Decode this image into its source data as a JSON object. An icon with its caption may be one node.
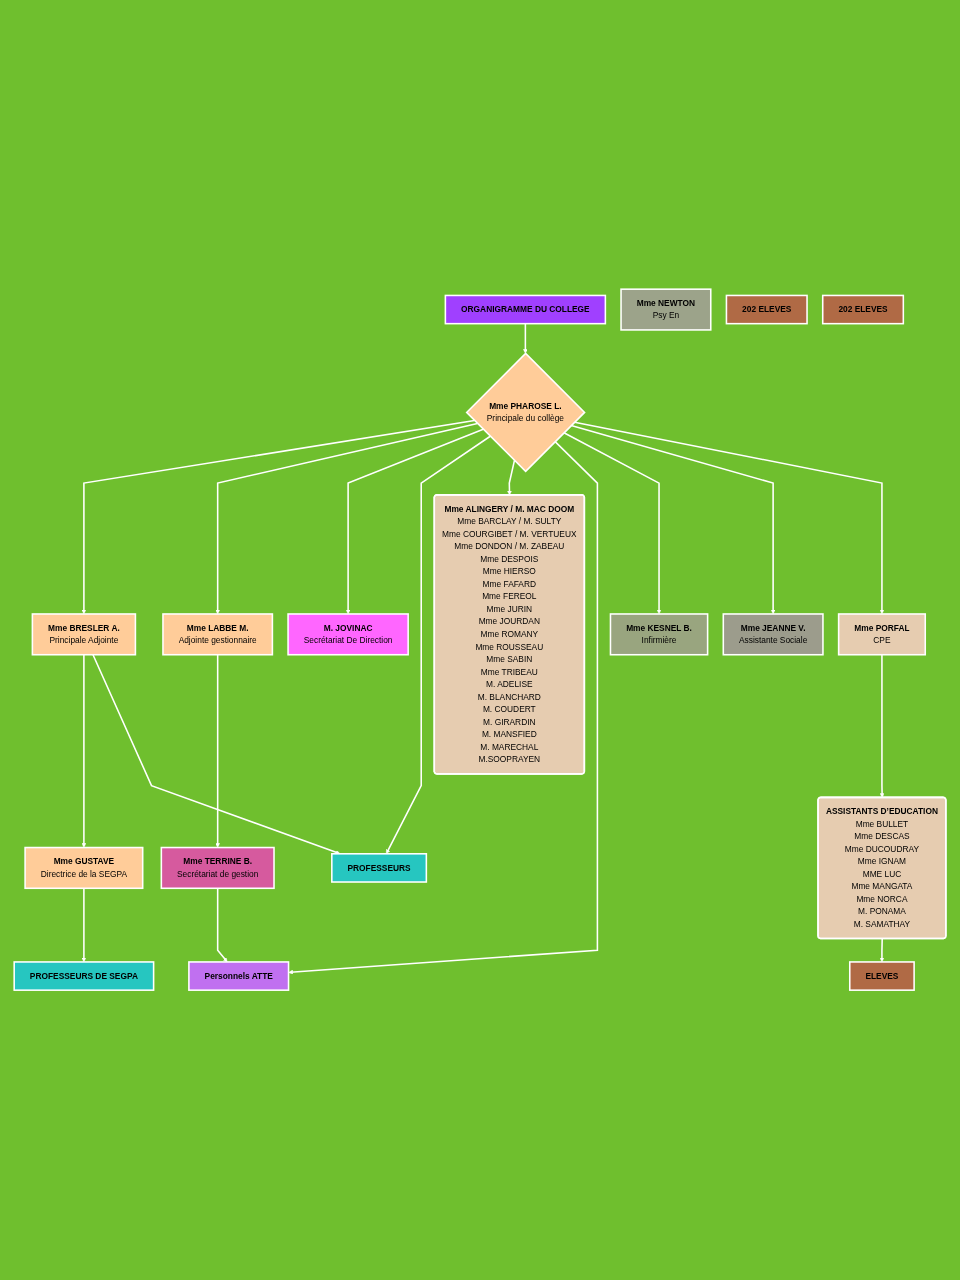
{
  "diagram": {
    "nodes": [
      {
        "text": [
          "ORGANIGRAMME DU COLLEGE"
        ]
      },
      {
        "text": [
          "Mme PHAROSE L.",
          "Principale du collège"
        ]
      },
      {
        "text": [
          "Mme BRESLER  A.",
          "Principale Adjointe"
        ]
      },
      {
        "text": [
          "Mme LABBE M.",
          "Adjointe gestionnaire"
        ]
      },
      {
        "text": [
          "M. JOVINAC",
          "Secrétariat De Direction"
        ]
      },
      {
        "text": [
          "Mme GUSTAVE",
          "Directrice de la SEGPA"
        ]
      },
      {
        "text": [
          "Mme TERRINE B.",
          "Secrétariat de gestion"
        ]
      },
      {
        "text": [
          "PROFESSEURS"
        ]
      },
      {
        "text": [
          "PROFESSEURS DE SEGPA"
        ]
      },
      {
        "text": [
          "Mme ALINGERY / M. MAC DOOM",
          "Mme BARCLAY / M. SULTY",
          "Mme COURGIBET / M. VERTUEUX",
          "Mme DONDON / M. ZABEAU",
          "Mme DESPOIS",
          "Mme HIERSO",
          "Mme FAFARD",
          "Mme FEREOL",
          "Mme JURIN",
          "Mme JOURDAN",
          "Mme ROMANY",
          "Mme ROUSSEAU",
          "Mme SABIN",
          "Mme TRIBEAU",
          "M. ADELISE",
          "M. BLANCHARD",
          "M. COUDERT",
          "M. GIRARDIN",
          "M. MANSFIED",
          "M. MARECHAL",
          "M.SOOPRAYEN"
        ]
      },
      {
        "text": [
          "Personnels ATTE"
        ]
      },
      {
        "text": [
          "Mme NEWTON",
          "Psy En"
        ]
      },
      {
        "text": [
          "Mme KESNEL B.",
          "Infirmière"
        ]
      },
      {
        "text": [
          "Mme JEANNE V.",
          "Assistante Sociale"
        ]
      },
      {
        "text": [
          "202 ELEVES"
        ]
      },
      {
        "text": [
          "Mme PORFAL",
          "CPE"
        ]
      },
      {
        "text": [
          "202 ELEVES"
        ]
      },
      {
        "text": [
          "ASSISTANTS  D’EDUCATION",
          "Mme BULLET",
          "Mme DESCAS",
          "Mme DUCOUDRAY",
          "Mme IGNAM",
          "MME LUC",
          "Mme MANGATA",
          "Mme NORCA",
          "M. PONAMA",
          "M. SAMATHAY"
        ]
      },
      {
        "text": [
          "ELEVES"
        ]
      }
    ],
    "edges": [
      {
        "from": 0,
        "to": 1,
        "arrow": "to"
      },
      {
        "from": 1,
        "to": 2,
        "arrow": "to"
      },
      {
        "from": 1,
        "to": 3,
        "arrow": "to"
      },
      {
        "from": 1,
        "to": 4,
        "arrow": "to"
      },
      {
        "from": 1,
        "to": 7,
        "arrow": "to"
      },
      {
        "from": 2,
        "to": 5,
        "arrow": "to"
      },
      {
        "from": 2,
        "to": 7,
        "arrow": "to"
      },
      {
        "from": 3,
        "to": 6,
        "arrow": "to"
      },
      {
        "from": 5,
        "to": 8,
        "arrow": "to"
      },
      {
        "from": 1,
        "to": 9,
        "arrow": "to"
      },
      {
        "from": 6,
        "to": 10,
        "arrow": "to"
      },
      {
        "from": 1,
        "to": 10,
        "arrow": "to"
      },
      {
        "from": 1,
        "to": 12,
        "arrow": "to"
      },
      {
        "from": 1,
        "to": 13,
        "arrow": "to"
      },
      {
        "from": 1,
        "to": 15,
        "arrow": "to"
      },
      {
        "from": 15,
        "to": 17,
        "arrow": "to"
      },
      {
        "from": 17,
        "to": 18,
        "arrow": "to"
      }
    ]
  }
}
